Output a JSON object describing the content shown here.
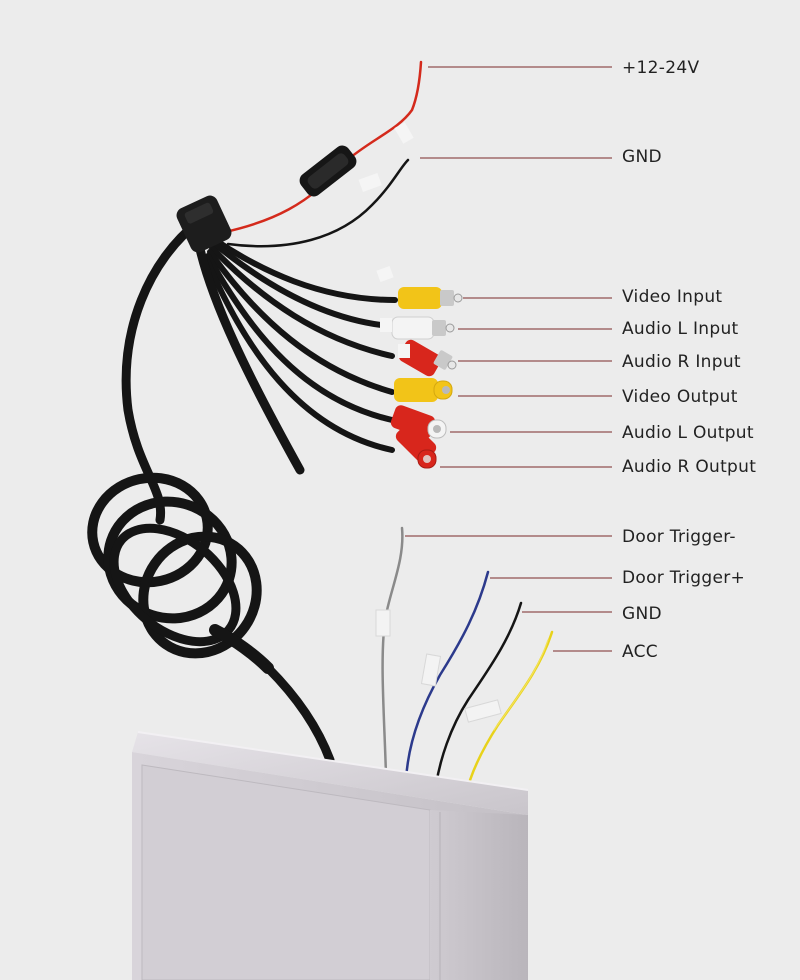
{
  "labels": {
    "power": "+12-24V",
    "power_gnd": "GND",
    "video_input": "Video Input",
    "audio_l_input": "Audio L Input",
    "audio_r_input": "Audio R Input",
    "video_output": "Video Output",
    "audio_l_output": "Audio L Output",
    "audio_r_output": "Audio R Output",
    "door_trigger_minus": "Door Trigger-",
    "door_trigger_plus": "Door Trigger+",
    "trigger_gnd": "GND",
    "acc": "ACC"
  },
  "colors": {
    "background": "#ececec",
    "cable": "#151515",
    "rca_yellow": "#f2c418",
    "rca_white": "#f4f4f4",
    "rca_red": "#d8261c",
    "wire_red": "#d42a1c",
    "wire_gray": "#8a8a8a",
    "wire_blue": "#2c3a8c",
    "wire_yellow": "#e8d21a",
    "box": "#d4d0d6",
    "leader_line": "#7a2a2a"
  }
}
